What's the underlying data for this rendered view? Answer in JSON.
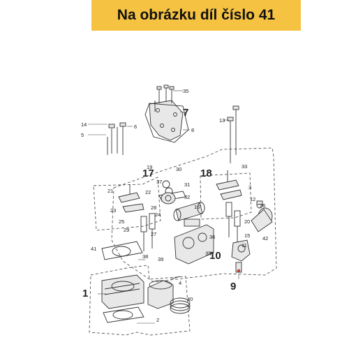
{
  "banner": {
    "text": "Na obrázku díl číslo 41",
    "bg_color": "#f5c242"
  },
  "labels": {
    "big": [
      "7",
      "17",
      "18",
      "10",
      "1",
      "9"
    ],
    "small": [
      "35",
      "13",
      "14",
      "6",
      "5",
      "8",
      "19",
      "30",
      "37",
      "31",
      "21",
      "22",
      "32",
      "16",
      "23",
      "28",
      "25",
      "24",
      "27",
      "29",
      "33",
      "12",
      "3",
      "20",
      "15",
      "11",
      "26",
      "42",
      "41",
      "38",
      "39",
      "34",
      "36",
      "2",
      "4",
      "40"
    ]
  }
}
